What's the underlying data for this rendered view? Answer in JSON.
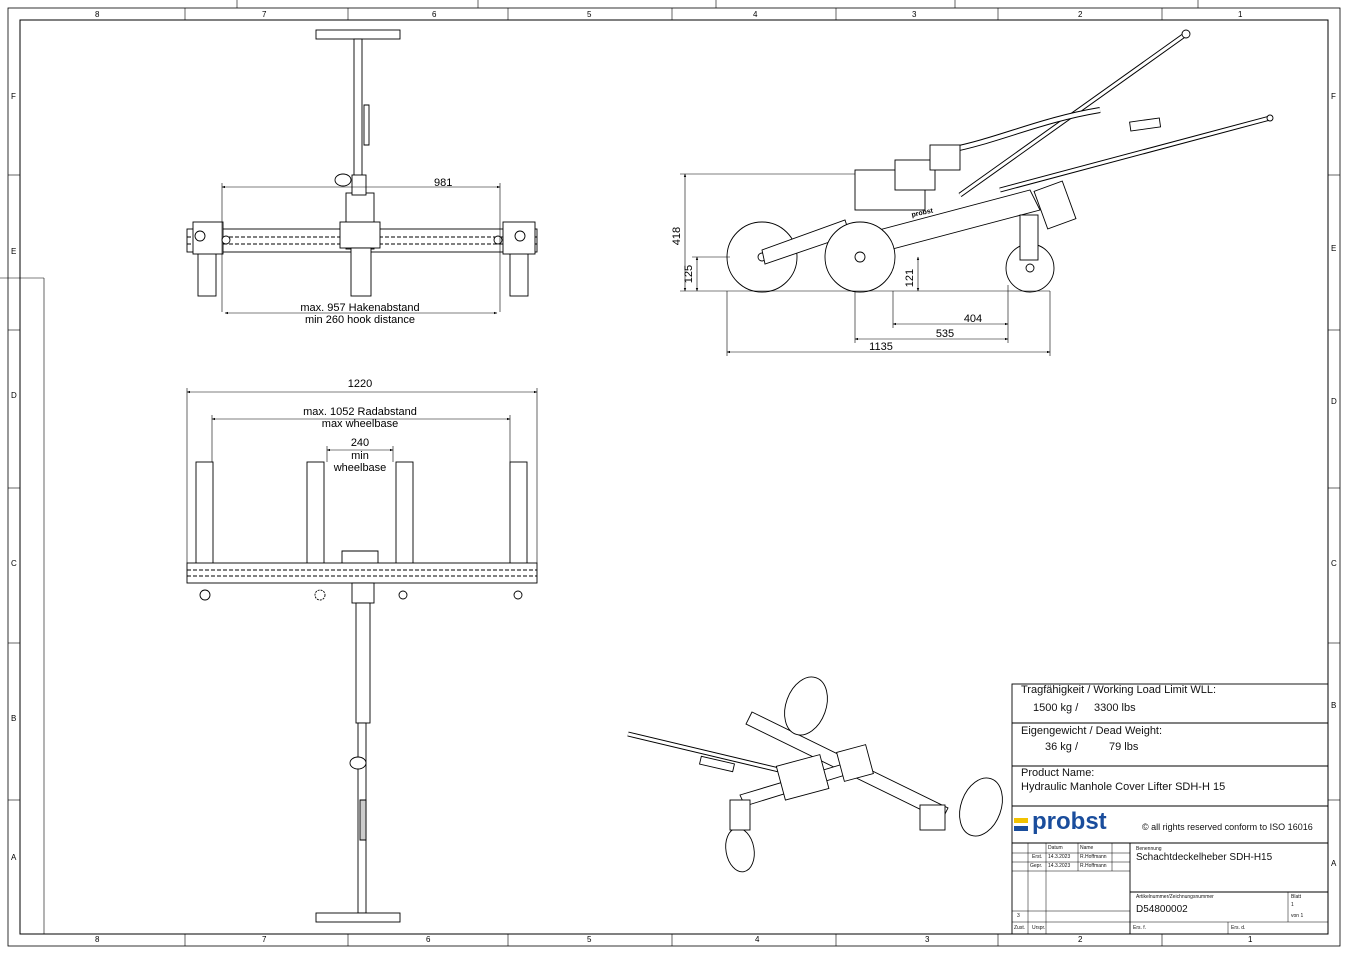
{
  "frame": {
    "columns_top": [
      "8",
      "7",
      "6",
      "5",
      "4",
      "3",
      "2",
      "1"
    ],
    "columns_bottom": [
      "8",
      "7",
      "6",
      "5",
      "4",
      "3",
      "2",
      "1"
    ],
    "rows_left": [
      "F",
      "E",
      "D",
      "C",
      "B",
      "A"
    ],
    "rows_right": [
      "F",
      "E",
      "D",
      "C",
      "B",
      "A"
    ]
  },
  "dimensions": {
    "d981": "981",
    "hook_de": "max. 957 Hakenabstand",
    "hook_en": "min 260 hook distance",
    "d1220": "1220",
    "wb_de": "max. 1052 Radabstand",
    "wb_en": "max wheelbase",
    "d240": "240",
    "min_wb_1": "min",
    "min_wb_2": "wheelbase",
    "d418": "418",
    "d125": "125",
    "d121": "121",
    "d404": "404",
    "d535": "535",
    "d1135": "1135"
  },
  "labels": {
    "brand_side": "probst"
  },
  "title_block": {
    "wll_label": "Tragfähigkeit / Working Load Limit WLL:",
    "wll_kg": "1500 kg /",
    "wll_lbs": "3300 lbs",
    "dw_label": "Eigengewicht / Dead Weight:",
    "dw_kg": "36  kg /",
    "dw_lbs": "79 lbs",
    "product_label": "Product Name:",
    "product_name": "Hydraulic Manhole Cover Lifter SDH-H 15",
    "logo": "probst",
    "copyright": "© all rights reserved conform to ISO 16016",
    "h_datum": "Datum",
    "h_name": "Name",
    "r1_label": "Erst.",
    "r1_date": "14.3.2023",
    "r1_name": "R.Hoffmann",
    "r2_label": "Gepr.",
    "r2_date": "14.3.2023",
    "r2_name": "R.Hoffmann",
    "benennung_label": "Benennung",
    "benennung": "Schachtdeckelheber SDH-H15",
    "artikel_label": "Artikelnummer/Zeichnungsnummer",
    "artikel": "D54800002",
    "blatt_label": "Blatt",
    "blatt": "1",
    "von": "von  1",
    "rev": "3",
    "zust": "Zust.",
    "urspr": "Urspr.",
    "ers_f": "Ers. f.",
    "ers_d": "Ers. d."
  }
}
